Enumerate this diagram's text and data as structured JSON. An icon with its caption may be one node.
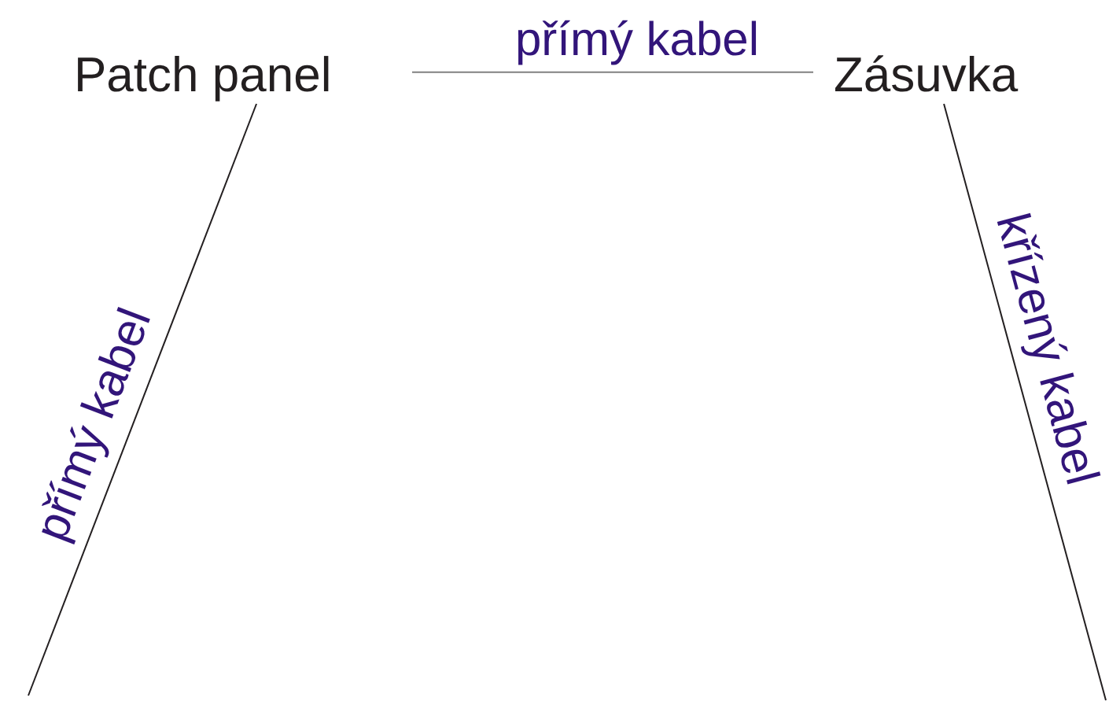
{
  "diagram": {
    "nodes": [
      {
        "text": [
          "Patch panel"
        ]
      },
      {
        "text": [
          "Zásuvka"
        ]
      }
    ],
    "edges": [
      {
        "from": 0,
        "to": 1,
        "arrow": "none",
        "label": "přímý kabel",
        "color": "#808080"
      },
      {
        "from": 0,
        "to": null,
        "arrow": "none",
        "label": "přímý kabel"
      },
      {
        "from": 1,
        "to": null,
        "arrow": "none",
        "label": "křízený kabel"
      }
    ]
  }
}
